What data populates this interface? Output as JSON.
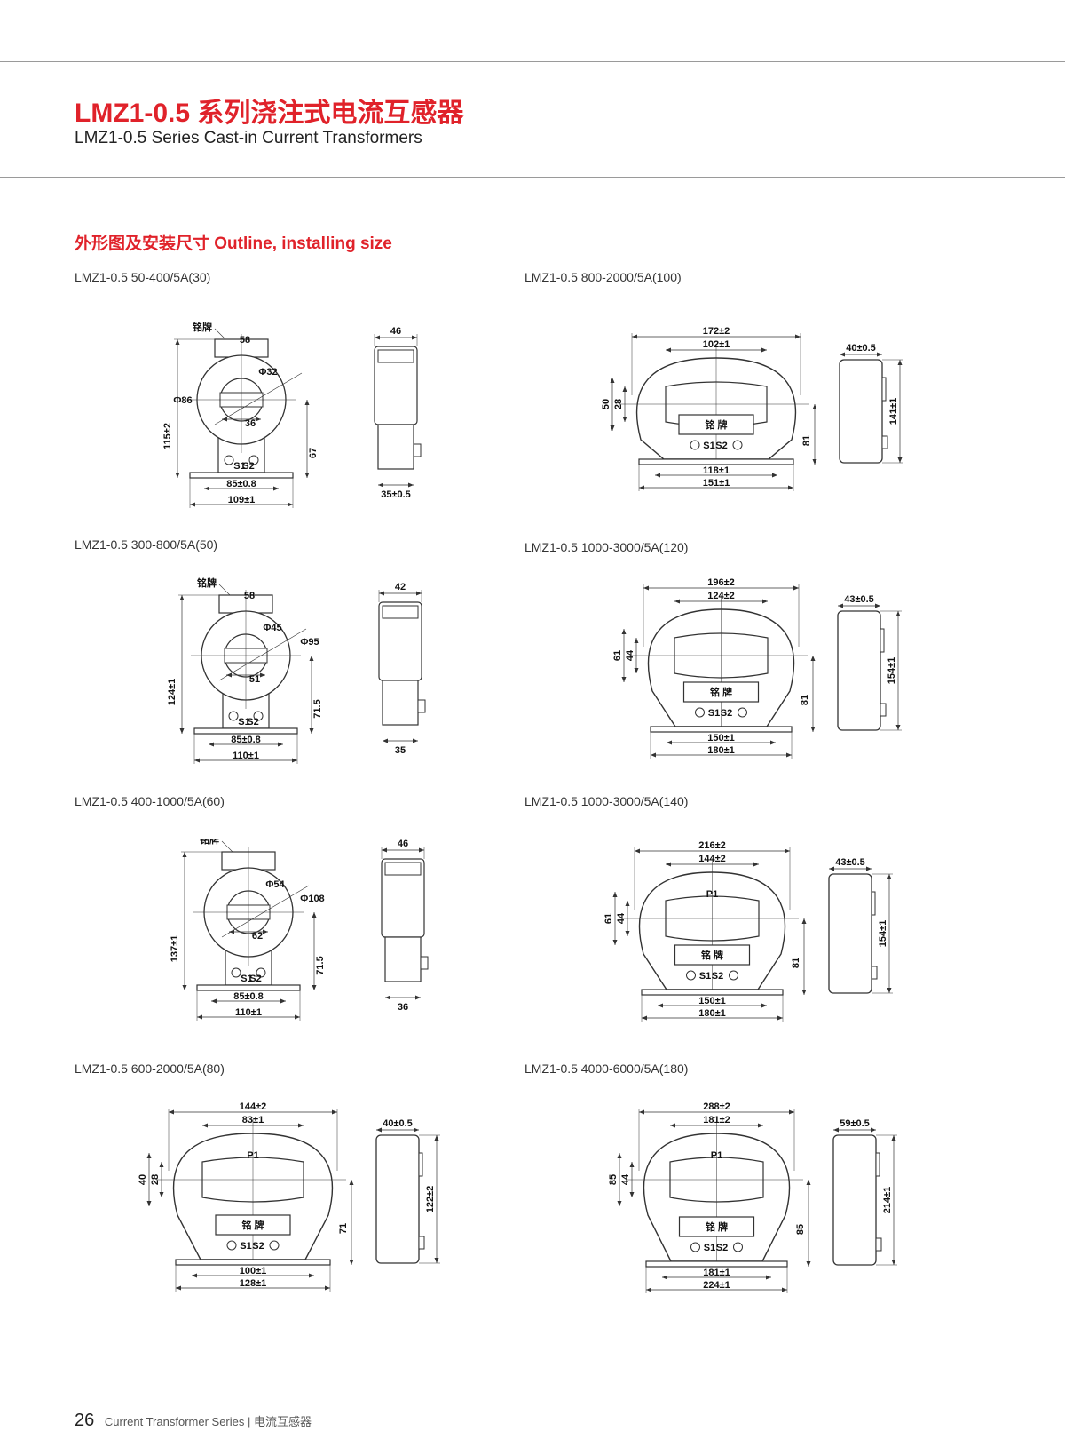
{
  "header": {
    "title_cn": "LMZ1-0.5 系列浇注式电流互感器",
    "title_en": "LMZ1-0.5 Series Cast-in Current Transformers"
  },
  "section_title": "外形图及安装尺寸 Outline, installing size",
  "drawings": [
    {
      "label": "LMZ1-0.5 50-400/5A(30)",
      "type": "round",
      "nameplate": "铭牌",
      "d_inner": "Φ32",
      "d_outer": "Φ86",
      "top_w": "58",
      "window": "36",
      "height": "115±2",
      "post_h": "67",
      "mount": "85±0.8",
      "base": "109±1",
      "side_top": "46",
      "side_bottom": "35±0.5",
      "s1": "S1",
      "s2": "S2"
    },
    {
      "label": "LMZ1-0.5 800-2000/5A(100)",
      "type": "oval",
      "total_w": "172±2",
      "win_w": "102±1",
      "outer_h": "50",
      "win_h": "28",
      "post_h": "81",
      "mount": "118±1",
      "base": "151±1",
      "side_w": "40±0.5",
      "side_h": "141±1",
      "plate_text": "铭 牌",
      "p1": "",
      "s1": "S1",
      "s2": "S2"
    },
    {
      "label": "LMZ1-0.5 300-800/5A(50)",
      "type": "round",
      "nameplate": "铭牌",
      "d_inner": "Φ45",
      "d_outer": "Φ95",
      "top_w": "58",
      "window": "51",
      "height": "124±1",
      "post_h": "71.5",
      "mount": "85±0.8",
      "base": "110±1",
      "side_top": "42",
      "side_bottom": "35",
      "s1": "S1",
      "s2": "S2"
    },
    {
      "label": "LMZ1-0.5 1000-3000/5A(120)",
      "type": "oval",
      "total_w": "196±2",
      "win_w": "124±2",
      "outer_h": "61",
      "win_h": "44",
      "post_h": "81",
      "mount": "150±1",
      "base": "180±1",
      "side_w": "43±0.5",
      "side_h": "154±1",
      "plate_text": "铭 牌",
      "p1": "",
      "s1": "S1",
      "s2": "S2"
    },
    {
      "label": "LMZ1-0.5 400-1000/5A(60)",
      "type": "round",
      "nameplate": "铭牌",
      "d_inner": "Φ54",
      "d_outer": "Φ108",
      "top_w": "",
      "window": "62",
      "height": "137±1",
      "post_h": "71.5",
      "mount": "85±0.8",
      "base": "110±1",
      "side_top": "46",
      "side_bottom": "36",
      "s1": "S1",
      "s2": "S2"
    },
    {
      "label": "LMZ1-0.5 1000-3000/5A(140)",
      "type": "oval",
      "total_w": "216±2",
      "win_w": "144±2",
      "outer_h": "61",
      "win_h": "44",
      "post_h": "81",
      "mount": "150±1",
      "base": "180±1",
      "side_w": "43±0.5",
      "side_h": "154±1",
      "plate_text": "铭 牌",
      "p1": "P1",
      "s1": "S1",
      "s2": "S2"
    },
    {
      "label": "LMZ1-0.5 600-2000/5A(80)",
      "type": "oval",
      "total_w": "144±2",
      "win_w": "83±1",
      "outer_h": "40",
      "win_h": "28",
      "post_h": "71",
      "mount": "100±1",
      "base": "128±1",
      "side_w": "40±0.5",
      "side_h": "122±2",
      "plate_text": "铭 牌",
      "p1": "P1",
      "s1": "S1",
      "s2": "S2"
    },
    {
      "label": "LMZ1-0.5 4000-6000/5A(180)",
      "type": "oval",
      "total_w": "288±2",
      "win_w": "181±2",
      "outer_h": "85",
      "win_h": "44",
      "post_h": "85",
      "mount": "181±1",
      "base": "224±1",
      "side_w": "59±0.5",
      "side_h": "214±1",
      "plate_text": "铭 牌",
      "p1": "P1",
      "s1": "S1",
      "s2": "S2"
    }
  ],
  "footer": {
    "page_number": "26",
    "series_en": "Current Transformer Series",
    "separator": "|",
    "series_cn": "电流互感器"
  }
}
